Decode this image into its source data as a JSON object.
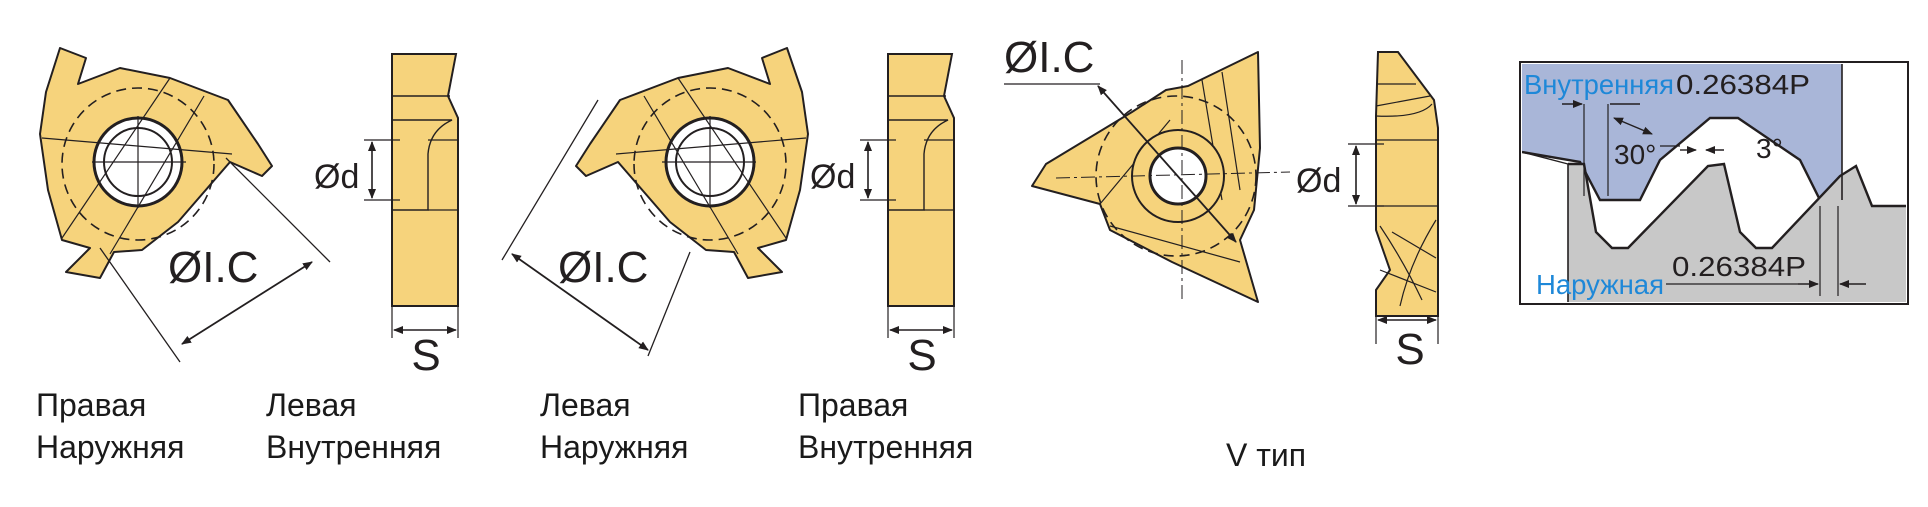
{
  "colors": {
    "insert_fill": "#f6d37c",
    "outline": "#231f20",
    "internal_bg": "#a9b6d8",
    "external_bg": "#c8c8c8",
    "blue_text": "#1e88d8"
  },
  "labels": {
    "dia_ic": "ØI.C",
    "dia_d": "Ød",
    "thickness": "S"
  },
  "captions": {
    "c1_line1": "Правая",
    "c1_line2": "Наружняя",
    "c2_line1": "Левая",
    "c2_line2": "Внутренняя",
    "c3_line1": "Левая",
    "c3_line2": "Наружняя",
    "c4_line1": "Правая",
    "c4_line2": "Внутренняя",
    "v_type": "V тип"
  },
  "profile": {
    "internal_label": "Внутренняя",
    "external_label": "Наружная",
    "pitch_internal": "0.26384P",
    "pitch_external": "0.26384P",
    "angle_flank": "30°",
    "angle_tip": "3°"
  }
}
